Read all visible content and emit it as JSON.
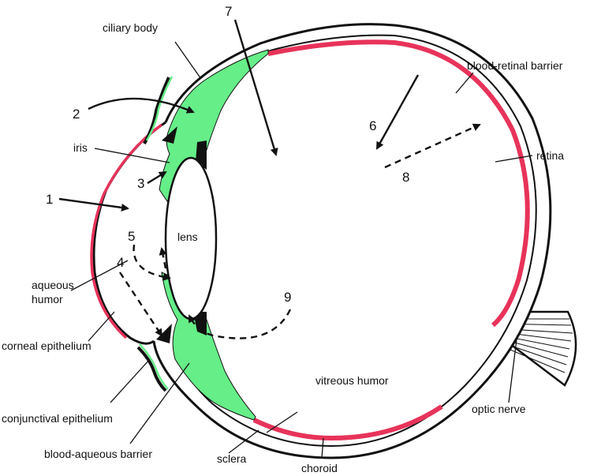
{
  "labels": {
    "ciliary_body": "ciliary body",
    "iris": "iris",
    "lens": "lens",
    "aqueous_humor_1": "aqueous",
    "aqueous_humor_2": "humor",
    "corneal_epithelium": "corneal epithelium",
    "conjunctival_epithelium": "conjunctival epithelium",
    "blood_aqueous_barrier": "blood-aqueous barrier",
    "sclera": "sclera",
    "choroid": "choroid",
    "vitreous_humor": "vitreous humor",
    "optic_nerve": "optic nerve",
    "retina": "retina",
    "blood_retinal_barrier": "blood-retinal barrier"
  },
  "route_numbers": [
    "1",
    "2",
    "3",
    "4",
    "5",
    "6",
    "7",
    "8",
    "9"
  ],
  "colors": {
    "green": "#66ee88",
    "red": "#e8335a",
    "outline": "#111111"
  }
}
